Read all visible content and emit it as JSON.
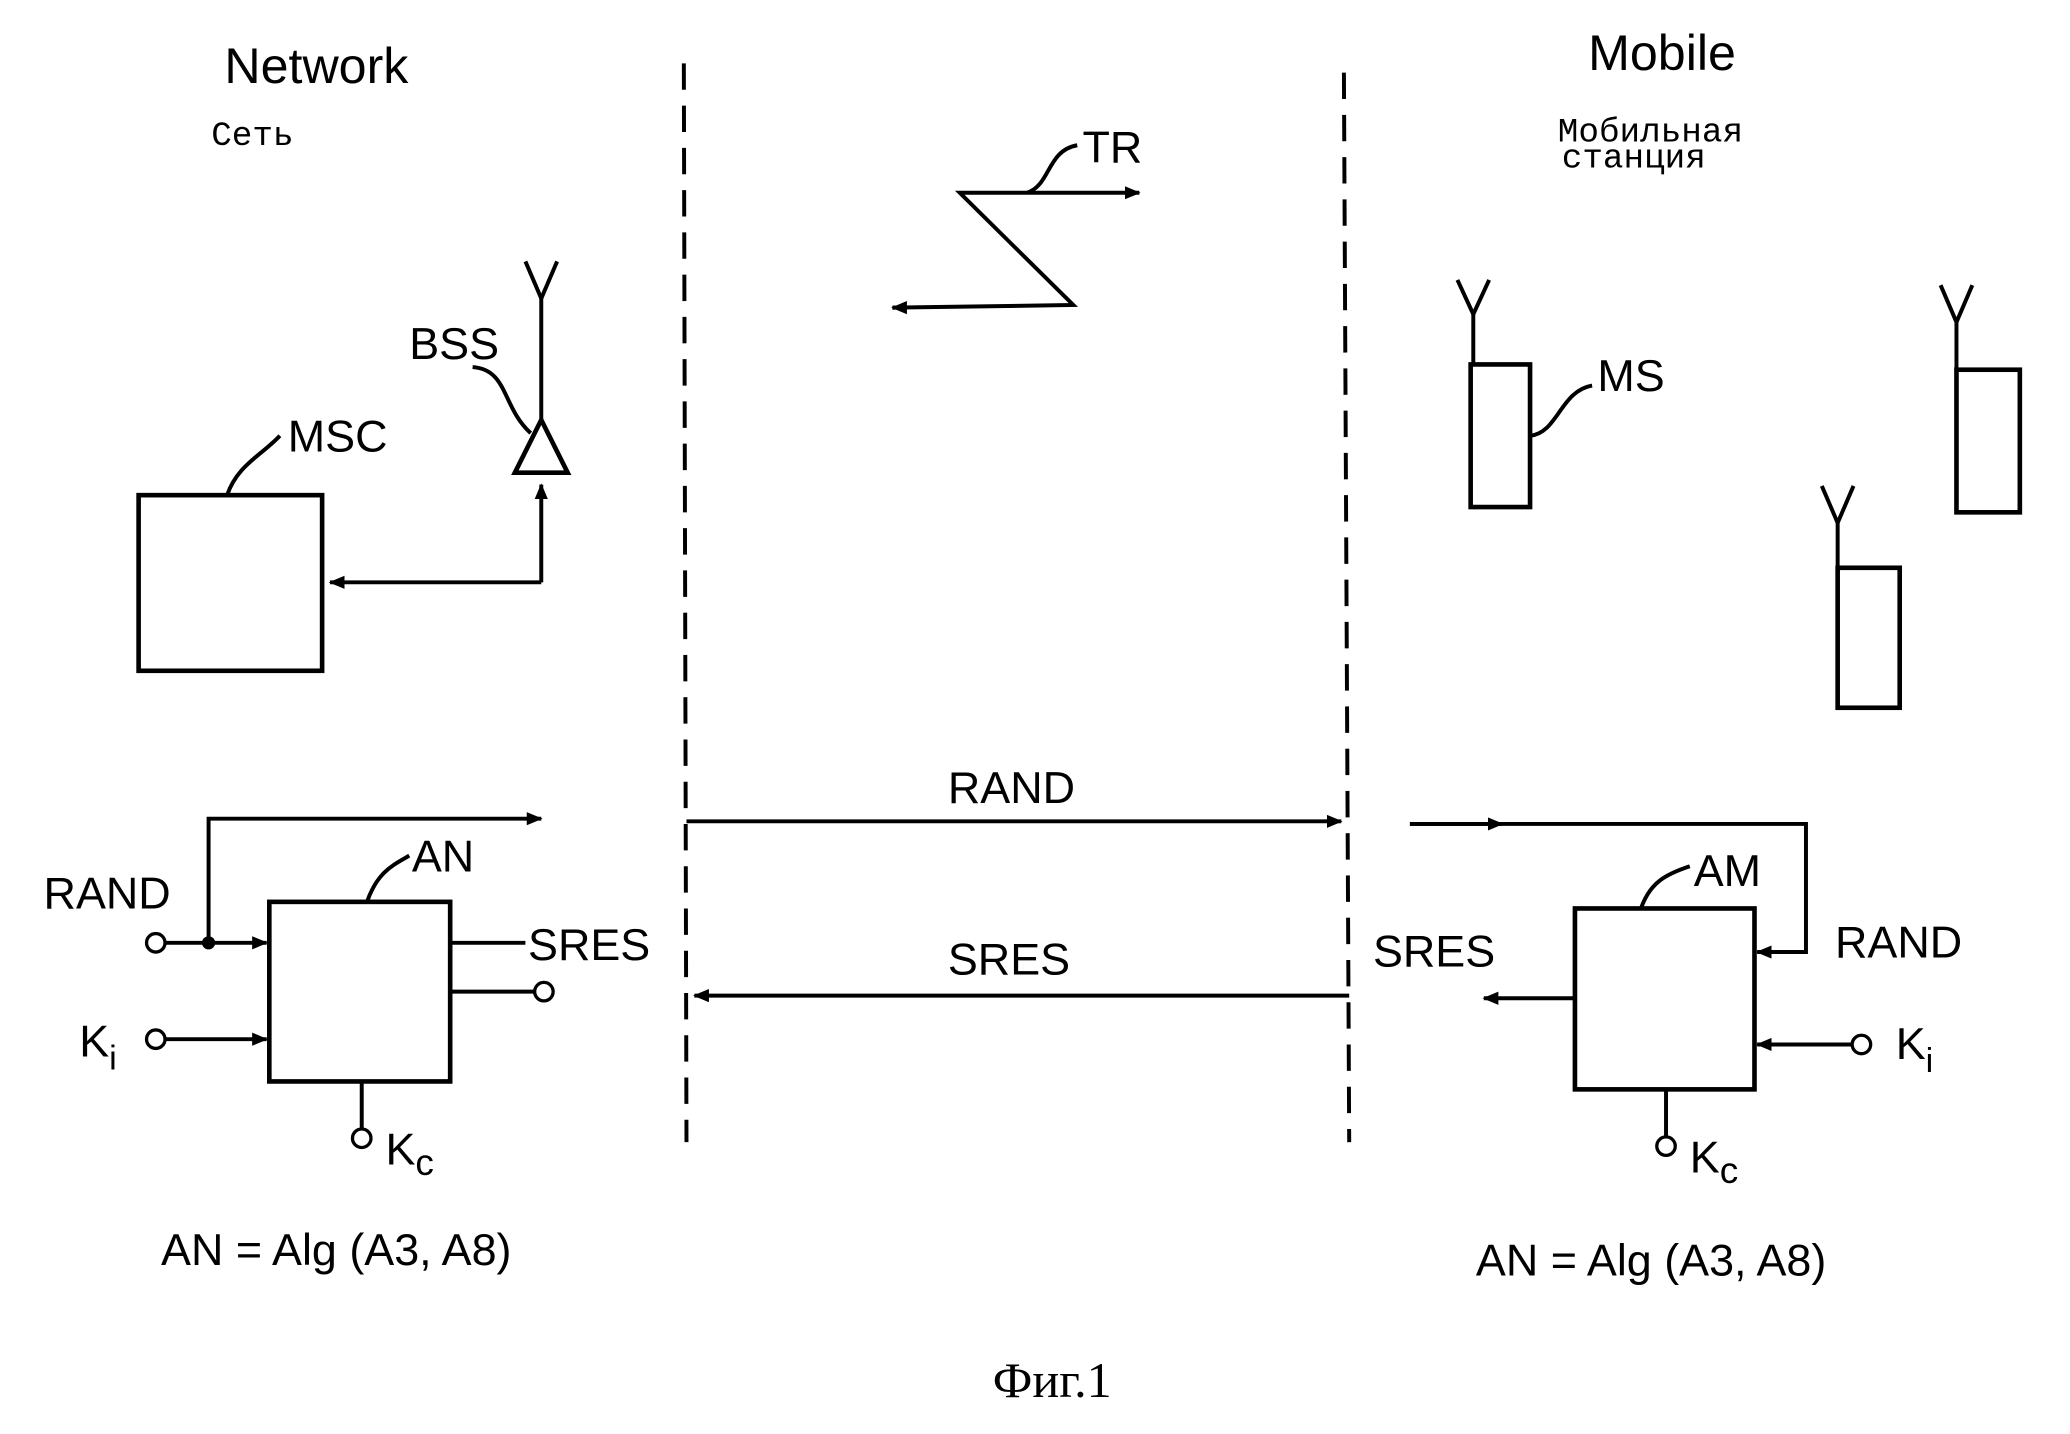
{
  "network": {
    "title": "Network",
    "subtitle": "Сеть"
  },
  "mobile": {
    "title": "Mobile",
    "subtitle_line1": "Мобильная",
    "subtitle_line2": "станция"
  },
  "labels": {
    "tr": "TR",
    "bss": "BSS",
    "msc": "MSC",
    "ms": "MS",
    "an": "AN",
    "am": "AM",
    "rand": "RAND",
    "sres": "SRES",
    "ki_main": "K",
    "ki_sub": "i",
    "kc_main": "K",
    "kc_sub": "c"
  },
  "formula_left": "AN = Alg (A3, A8)",
  "formula_right": "AN = Alg (A3, A8)",
  "caption": "Фиг.1"
}
